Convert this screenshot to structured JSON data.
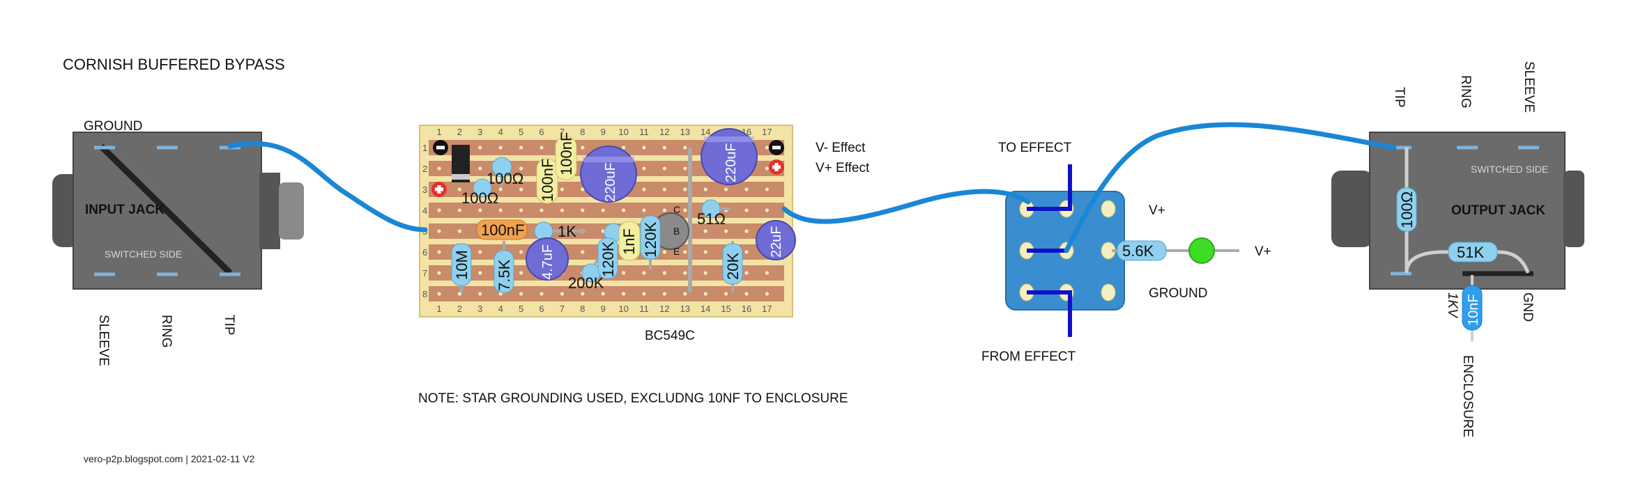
{
  "title": "CORNISH BUFFERED BYPASS",
  "note": "NOTE:  STAR GROUNDING USED, EXCLUDNG 10NF TO ENCLOSURE",
  "footer": "vero-p2p.blogspot.com  |  2021-02-11 V2",
  "input_jack": {
    "label": "INPUT JACK",
    "switched": "SWITCHED SIDE",
    "ground": "GROUND",
    "sleeve": "SLEEVE",
    "ring": "RING",
    "tip": "TIP"
  },
  "output_jack": {
    "label": "OUTPUT JACK",
    "switched": "SWITCHED SIDE",
    "tip": "TIP",
    "ring": "RING",
    "sleeve": "SLEEVE",
    "gnd": "GND",
    "enclosure": "ENCLOSURE",
    "cap_rating": "1KV"
  },
  "board": {
    "columns": [
      "1",
      "2",
      "3",
      "4",
      "5",
      "6",
      "7",
      "8",
      "9",
      "10",
      "11",
      "12",
      "13",
      "14",
      "15",
      "16",
      "17"
    ],
    "rows": [
      "1",
      "2",
      "3",
      "4",
      "5",
      "6",
      "7",
      "8"
    ],
    "transistor": "BC549C",
    "pins": {
      "c": "C",
      "b": "B",
      "e": "E"
    },
    "power": {
      "vminus": "V- Effect",
      "vplus": "V+ Effect"
    },
    "components": {
      "r_100_a": "100Ω",
      "r_100_b": "100Ω",
      "c_100nf_a": "100nF",
      "c_100nf_b": "100nF",
      "c_100nf_c": "100nF",
      "c_220uf_a": "220uF",
      "c_220uf_b": "220uF",
      "c_22uf": "22uF",
      "r_51": "51Ω",
      "r_1k": "1K",
      "r_10m": "10M",
      "r_7k5": "7.5K",
      "c_4u7": "4.7uF",
      "r_200k": "200K",
      "r_120k_a": "120K",
      "c_1nf": "1nF",
      "r_120k_b": "120K",
      "r_20k": "20K"
    }
  },
  "switch": {
    "to_effect": "TO EFFECT",
    "from_effect": "FROM EFFECT",
    "vplus_top": "V+",
    "ground": "GROUND",
    "vplus_led": "V+",
    "r_led": "5.6K"
  },
  "output_parts": {
    "r_100": "100Ω",
    "r_51k": "51K",
    "c_10nf": "10nF"
  },
  "colors": {
    "wire": "#1a86d6",
    "strip": "#c98b6a",
    "board": "#f3e3a5",
    "jack": "#6b6b6b",
    "switch": "#3a8ed0",
    "cap": "#6f6cd6",
    "resistor": "#8fd0ef",
    "film": "#f4efa0",
    "led": "#3fdc25"
  }
}
